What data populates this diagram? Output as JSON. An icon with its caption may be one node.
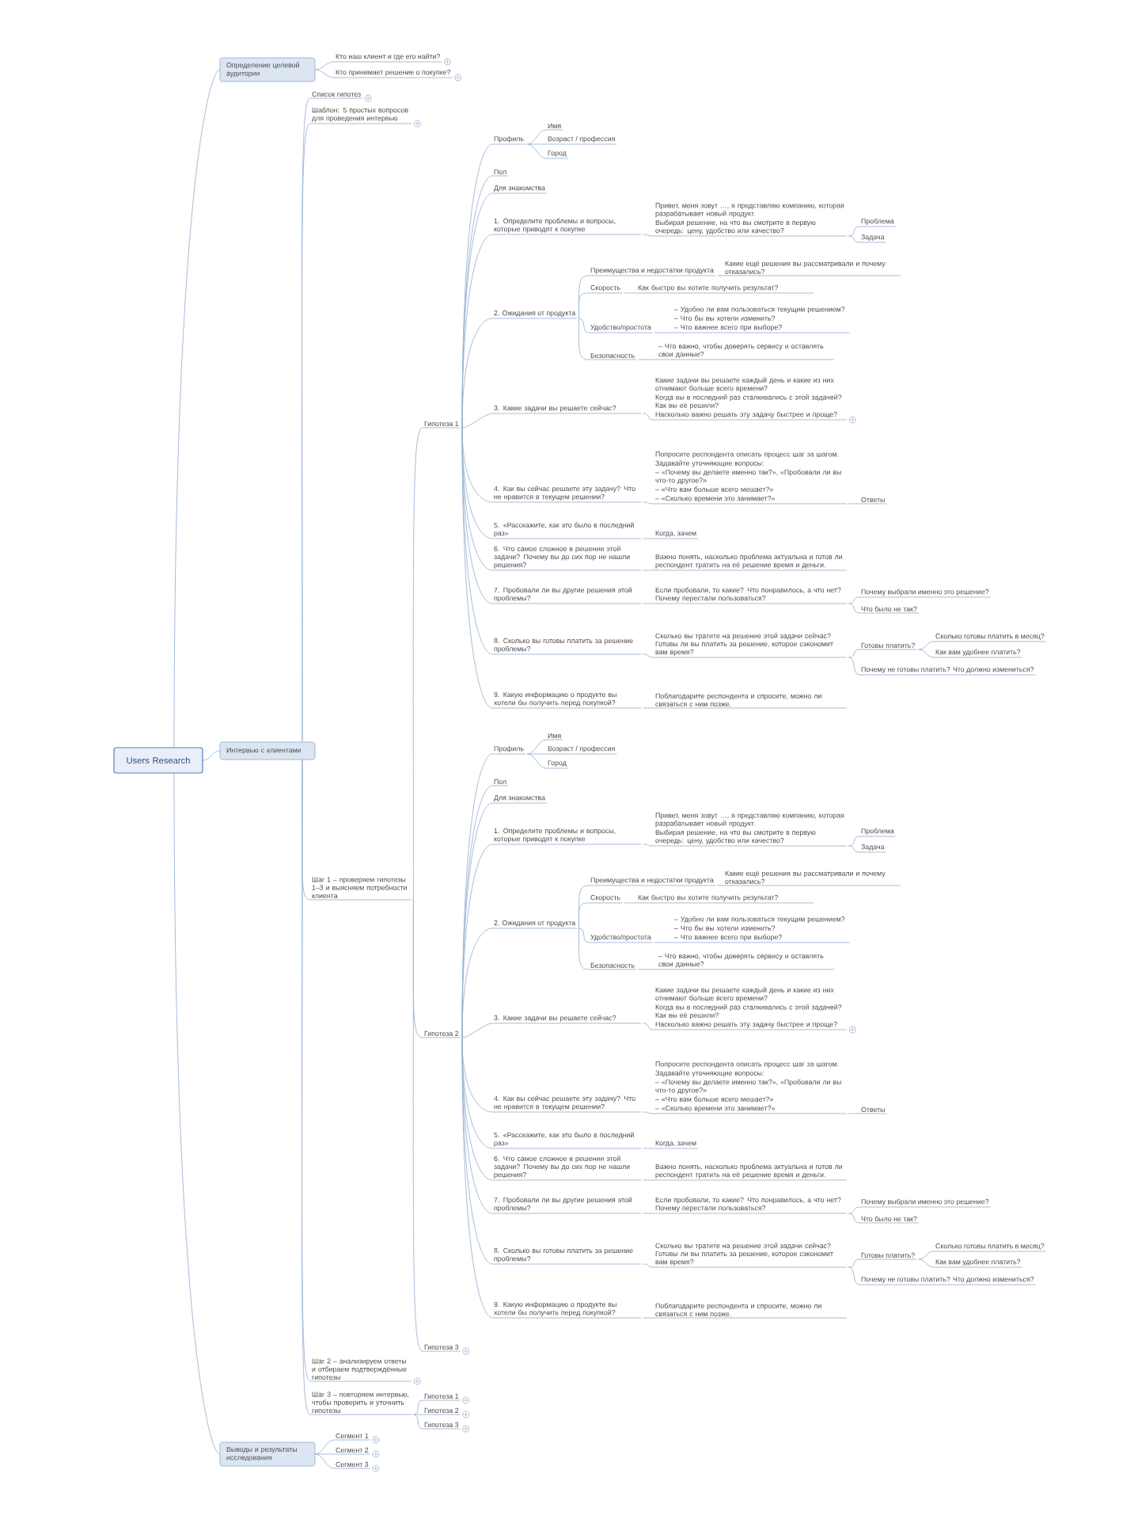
{
  "diagram": {
    "nodes": [
      {
        "text": [
          "Users Research"
        ]
      },
      {
        "text": [
          "Определение целевой аудитории"
        ]
      },
      {
        "text": [
          "Кто наш клиент и где его найти?"
        ]
      },
      {
        "text": [
          "Кто принимает решение о покупке?"
        ]
      },
      {
        "text": [
          "Интервью с клиентами"
        ]
      },
      {
        "text": [
          "Список гипотез"
        ]
      },
      {
        "text": [
          "Шаблон: 5 простых вопросов для проведения интервью"
        ]
      },
      {
        "text": [
          "Шаг 1 – проверяем гипотезы 1–3 и выясняем потребности клиента"
        ]
      },
      {
        "text": [
          "Гипотеза 1"
        ]
      },
      {
        "text": [
          "Профиль"
        ]
      },
      {
        "text": [
          "Имя"
        ]
      },
      {
        "text": [
          "Возраст / профессия"
        ]
      },
      {
        "text": [
          "Город"
        ]
      },
      {
        "text": [
          "Пол"
        ]
      },
      {
        "text": [
          "Для знакомства"
        ]
      },
      {
        "text": [
          "1. Определите проблемы и вопросы, которые приводят к покупке"
        ]
      },
      {
        "text": [
          "Привет, меня зовут …, я представляю компанию, которая разрабатывает новый продукт.",
          "Выбирая решение, на что вы смотрите в первую очередь: цену, удобство или качество?"
        ]
      },
      {
        "text": [
          "Проблема"
        ]
      },
      {
        "text": [
          "Задача"
        ]
      },
      {
        "text": [
          "2. Ожидания от продукта"
        ]
      },
      {
        "text": [
          "Преимущества и недостатки продукта"
        ]
      },
      {
        "text": [
          "Какие ещё решения вы рассматривали и почему отказались?"
        ]
      },
      {
        "text": [
          "Скорость"
        ]
      },
      {
        "text": [
          "Как быстро вы хотите получить результат?"
        ]
      },
      {
        "text": [
          "Удобство/простота"
        ]
      },
      {
        "text": [
          "– Удобно ли вам пользоваться текущим решением?",
          "– Что бы вы хотели изменить?",
          "– Что важнее всего при выборе?"
        ]
      },
      {
        "text": [
          "Безопасность"
        ]
      },
      {
        "text": [
          "– Что важно, чтобы доверять сервису и оставлять свои данные?"
        ]
      },
      {
        "text": [
          "3. Какие задачи вы решаете сейчас?"
        ]
      },
      {
        "text": [
          "Какие задачи вы решаете каждый день и какие из них отнимают больше всего времени?",
          "Когда вы в последний раз сталкивались с этой задачей? Как вы её решили?",
          "Насколько важно решать эту задачу быстрее и проще?"
        ]
      },
      {
        "text": [
          "4. Как вы сейчас решаете эту задачу? Что не нравится в текущем решении?"
        ]
      },
      {
        "text": [
          "Попросите респондента описать процесс шаг за шагом.",
          "Задавайте уточняющие вопросы:",
          "– «Почему вы делаете именно так?», «Пробовали ли вы что-то другое?»",
          "– «Что вам больше всего мешает?»",
          "– «Сколько времени это занимает?»"
        ]
      },
      {
        "text": [
          "Ответы"
        ]
      },
      {
        "text": [
          "5. «Расскажите, как это было в последний раз»"
        ]
      },
      {
        "text": [
          "Когда, зачем"
        ]
      },
      {
        "text": [
          "6. Что самое сложное в решении этой задачи? Почему вы до сих пор не нашли решения?"
        ]
      },
      {
        "text": [
          "Важно понять, насколько проблема актуальна и готов ли респондент тратить на её решение время и деньги."
        ]
      },
      {
        "text": [
          "7. Пробовали ли вы другие решения этой проблемы?"
        ]
      },
      {
        "text": [
          "Если пробовали, то какие? Что понравилось, а что нет? Почему перестали пользоваться?"
        ]
      },
      {
        "text": [
          "Почему выбрали именно это решение?"
        ]
      },
      {
        "text": [
          "Что было не так?"
        ]
      },
      {
        "text": [
          "8. Сколько вы готовы платить за решение проблемы?"
        ]
      },
      {
        "text": [
          "Сколько вы тратите на решение этой задачи сейчас? Готовы ли вы платить за решение, которое сэкономит вам время?"
        ]
      },
      {
        "text": [
          "Готовы платить?"
        ]
      },
      {
        "text": [
          "Сколько готовы платить в месяц?"
        ]
      },
      {
        "text": [
          "Как вам удобнее платить?"
        ]
      },
      {
        "text": [
          "Почему не готовы платить? Что должно измениться?"
        ]
      },
      {
        "text": [
          "9. Какую информацию о продукте вы хотели бы получить перед покупкой?"
        ]
      },
      {
        "text": [
          "Поблагодарите респондента и спросите, можно ли связаться с ним позже."
        ]
      },
      {
        "text": [
          "Гипотеза 2"
        ]
      },
      {
        "text": [
          "Профиль"
        ]
      },
      {
        "text": [
          "Имя"
        ]
      },
      {
        "text": [
          "Возраст / профессия"
        ]
      },
      {
        "text": [
          "Город"
        ]
      },
      {
        "text": [
          "Пол"
        ]
      },
      {
        "text": [
          "Для знакомства"
        ]
      },
      {
        "text": [
          "1. Определите проблемы и вопросы, которые приводят к покупке"
        ]
      },
      {
        "text": [
          "Привет, меня зовут …, я представляю компанию, которая разрабатывает новый продукт.",
          "Выбирая решение, на что вы смотрите в первую очередь: цену, удобство или качество?"
        ]
      },
      {
        "text": [
          "Проблема"
        ]
      },
      {
        "text": [
          "Задача"
        ]
      },
      {
        "text": [
          "2. Ожидания от продукта"
        ]
      },
      {
        "text": [
          "Преимущества и недостатки продукта"
        ]
      },
      {
        "text": [
          "Какие ещё решения вы рассматривали и почему отказались?"
        ]
      },
      {
        "text": [
          "Скорость"
        ]
      },
      {
        "text": [
          "Как быстро вы хотите получить результат?"
        ]
      },
      {
        "text": [
          "Удобство/простота"
        ]
      },
      {
        "text": [
          "– Удобно ли вам пользоваться текущим решением?",
          "– Что бы вы хотели изменить?",
          "– Что важнее всего при выборе?"
        ]
      },
      {
        "text": [
          "Безопасность"
        ]
      },
      {
        "text": [
          "– Что важно, чтобы доверять сервису и оставлять свои данные?"
        ]
      },
      {
        "text": [
          "3. Какие задачи вы решаете сейчас?"
        ]
      },
      {
        "text": [
          "Какие задачи вы решаете каждый день и какие из них отнимают больше всего времени?",
          "Когда вы в последний раз сталкивались с этой задачей? Как вы её решили?",
          "Насколько важно решать эту задачу быстрее и проще?"
        ]
      },
      {
        "text": [
          "4. Как вы сейчас решаете эту задачу? Что не нравится в текущем решении?"
        ]
      },
      {
        "text": [
          "Попросите респондента описать процесс шаг за шагом.",
          "Задавайте уточняющие вопросы:",
          "– «Почему вы делаете именно так?», «Пробовали ли вы что-то другое?»",
          "– «Что вам больше всего мешает?»",
          "– «Сколько времени это занимает?»"
        ]
      },
      {
        "text": [
          "Ответы"
        ]
      },
      {
        "text": [
          "5. «Расскажите, как это было в последний раз»"
        ]
      },
      {
        "text": [
          "Когда, зачем"
        ]
      },
      {
        "text": [
          "6. Что самое сложное в решении этой задачи? Почему вы до сих пор не нашли решения?"
        ]
      },
      {
        "text": [
          "Важно понять, насколько проблема актуальна и готов ли респондент тратить на её решение время и деньги."
        ]
      },
      {
        "text": [
          "7. Пробовали ли вы другие решения этой проблемы?"
        ]
      },
      {
        "text": [
          "Если пробовали, то какие? Что понравилось, а что нет? Почему перестали пользоваться?"
        ]
      },
      {
        "text": [
          "Почему выбрали именно это решение?"
        ]
      },
      {
        "text": [
          "Что было не так?"
        ]
      },
      {
        "text": [
          "8. Сколько вы готовы платить за решение проблемы?"
        ]
      },
      {
        "text": [
          "Сколько вы тратите на решение этой задачи сейчас? Готовы ли вы платить за решение, которое сэкономит вам время?"
        ]
      },
      {
        "text": [
          "Готовы платить?"
        ]
      },
      {
        "text": [
          "Сколько готовы платить в месяц?"
        ]
      },
      {
        "text": [
          "Как вам удобнее платить?"
        ]
      },
      {
        "text": [
          "Почему не готовы платить? Что должно измениться?"
        ]
      },
      {
        "text": [
          "9. Какую информацию о продукте вы хотели бы получить перед покупкой?"
        ]
      },
      {
        "text": [
          "Поблагодарите респондента и спросите, можно ли связаться с ним позже."
        ]
      },
      {
        "text": [
          "Гипотеза 3"
        ]
      },
      {
        "text": [
          "Шаг 2 – анализируем ответы и отбираем подтверждённые гипотезы"
        ]
      },
      {
        "text": [
          "Шаг 3 – повторяем интервью, чтобы проверить и уточнить гипотезы"
        ]
      },
      {
        "text": [
          "Гипотеза 1"
        ]
      },
      {
        "text": [
          "Гипотеза 2"
        ]
      },
      {
        "text": [
          "Гипотеза 3"
        ]
      },
      {
        "text": [
          "Выводы и результаты исследования"
        ]
      },
      {
        "text": [
          "Сегмент 1"
        ]
      },
      {
        "text": [
          "Сегмент 2"
        ]
      },
      {
        "text": [
          "Сегмент 3"
        ]
      }
    ],
    "edges": [
      {
        "from": 0,
        "to": 1,
        "arrow": "none"
      },
      {
        "from": 1,
        "to": 2,
        "arrow": "none"
      },
      {
        "from": 1,
        "to": 3,
        "arrow": "none"
      },
      {
        "from": 0,
        "to": 4,
        "arrow": "none"
      },
      {
        "from": 4,
        "to": 5,
        "arrow": "none"
      },
      {
        "from": 4,
        "to": 6,
        "arrow": "none"
      },
      {
        "from": 4,
        "to": 7,
        "arrow": "none"
      },
      {
        "from": 7,
        "to": 8,
        "arrow": "none"
      },
      {
        "from": 8,
        "to": 9,
        "arrow": "none"
      },
      {
        "from": 9,
        "to": 10,
        "arrow": "none"
      },
      {
        "from": 9,
        "to": 11,
        "arrow": "none"
      },
      {
        "from": 9,
        "to": 12,
        "arrow": "none"
      },
      {
        "from": 8,
        "to": 13,
        "arrow": "none"
      },
      {
        "from": 8,
        "to": 14,
        "arrow": "none"
      },
      {
        "from": 8,
        "to": 15,
        "arrow": "none"
      },
      {
        "from": 15,
        "to": 16,
        "arrow": "none"
      },
      {
        "from": 16,
        "to": 17,
        "arrow": "none"
      },
      {
        "from": 16,
        "to": 18,
        "arrow": "none"
      },
      {
        "from": 8,
        "to": 19,
        "arrow": "none"
      },
      {
        "from": 19,
        "to": 20,
        "arrow": "none"
      },
      {
        "from": 20,
        "to": 21,
        "arrow": "none"
      },
      {
        "from": 19,
        "to": 22,
        "arrow": "none"
      },
      {
        "from": 22,
        "to": 23,
        "arrow": "none"
      },
      {
        "from": 19,
        "to": 24,
        "arrow": "none"
      },
      {
        "from": 24,
        "to": 25,
        "arrow": "none"
      },
      {
        "from": 19,
        "to": 26,
        "arrow": "none"
      },
      {
        "from": 26,
        "to": 27,
        "arrow": "none"
      },
      {
        "from": 8,
        "to": 28,
        "arrow": "none"
      },
      {
        "from": 28,
        "to": 29,
        "arrow": "none"
      },
      {
        "from": 8,
        "to": 30,
        "arrow": "none"
      },
      {
        "from": 30,
        "to": 31,
        "arrow": "none"
      },
      {
        "from": 31,
        "to": 32,
        "arrow": "none"
      },
      {
        "from": 8,
        "to": 33,
        "arrow": "none"
      },
      {
        "from": 33,
        "to": 34,
        "arrow": "none"
      },
      {
        "from": 8,
        "to": 35,
        "arrow": "none"
      },
      {
        "from": 35,
        "to": 36,
        "arrow": "none"
      },
      {
        "from": 8,
        "to": 37,
        "arrow": "none"
      },
      {
        "from": 37,
        "to": 38,
        "arrow": "none"
      },
      {
        "from": 38,
        "to": 39,
        "arrow": "none"
      },
      {
        "from": 38,
        "to": 40,
        "arrow": "none"
      },
      {
        "from": 8,
        "to": 41,
        "arrow": "none"
      },
      {
        "from": 41,
        "to": 42,
        "arrow": "none"
      },
      {
        "from": 42,
        "to": 43,
        "arrow": "none"
      },
      {
        "from": 43,
        "to": 44,
        "arrow": "none"
      },
      {
        "from": 43,
        "to": 45,
        "arrow": "none"
      },
      {
        "from": 42,
        "to": 46,
        "arrow": "none"
      },
      {
        "from": 8,
        "to": 47,
        "arrow": "none"
      },
      {
        "from": 47,
        "to": 48,
        "arrow": "none"
      },
      {
        "from": 7,
        "to": 49,
        "arrow": "none"
      },
      {
        "from": 49,
        "to": 50,
        "arrow": "none"
      },
      {
        "from": 50,
        "to": 51,
        "arrow": "none"
      },
      {
        "from": 50,
        "to": 52,
        "arrow": "none"
      },
      {
        "from": 50,
        "to": 53,
        "arrow": "none"
      },
      {
        "from": 49,
        "to": 54,
        "arrow": "none"
      },
      {
        "from": 49,
        "to": 55,
        "arrow": "none"
      },
      {
        "from": 49,
        "to": 56,
        "arrow": "none"
      },
      {
        "from": 56,
        "to": 57,
        "arrow": "none"
      },
      {
        "from": 57,
        "to": 58,
        "arrow": "none"
      },
      {
        "from": 57,
        "to": 59,
        "arrow": "none"
      },
      {
        "from": 49,
        "to": 60,
        "arrow": "none"
      },
      {
        "from": 60,
        "to": 61,
        "arrow": "none"
      },
      {
        "from": 61,
        "to": 62,
        "arrow": "none"
      },
      {
        "from": 60,
        "to": 63,
        "arrow": "none"
      },
      {
        "from": 63,
        "to": 64,
        "arrow": "none"
      },
      {
        "from": 60,
        "to": 65,
        "arrow": "none"
      },
      {
        "from": 65,
        "to": 66,
        "arrow": "none"
      },
      {
        "from": 60,
        "to": 67,
        "arrow": "none"
      },
      {
        "from": 67,
        "to": 68,
        "arrow": "none"
      },
      {
        "from": 49,
        "to": 69,
        "arrow": "none"
      },
      {
        "from": 69,
        "to": 70,
        "arrow": "none"
      },
      {
        "from": 49,
        "to": 71,
        "arrow": "none"
      },
      {
        "from": 71,
        "to": 72,
        "arrow": "none"
      },
      {
        "from": 72,
        "to": 73,
        "arrow": "none"
      },
      {
        "from": 49,
        "to": 74,
        "arrow": "none"
      },
      {
        "from": 74,
        "to": 75,
        "arrow": "none"
      },
      {
        "from": 49,
        "to": 76,
        "arrow": "none"
      },
      {
        "from": 76,
        "to": 77,
        "arrow": "none"
      },
      {
        "from": 49,
        "to": 78,
        "arrow": "none"
      },
      {
        "from": 78,
        "to": 79,
        "arrow": "none"
      },
      {
        "from": 79,
        "to": 80,
        "arrow": "none"
      },
      {
        "from": 79,
        "to": 81,
        "arrow": "none"
      },
      {
        "from": 49,
        "to": 82,
        "arrow": "none"
      },
      {
        "from": 82,
        "to": 83,
        "arrow": "none"
      },
      {
        "from": 83,
        "to": 84,
        "arrow": "none"
      },
      {
        "from": 84,
        "to": 85,
        "arrow": "none"
      },
      {
        "from": 84,
        "to": 86,
        "arrow": "none"
      },
      {
        "from": 83,
        "to": 87,
        "arrow": "none"
      },
      {
        "from": 49,
        "to": 88,
        "arrow": "none"
      },
      {
        "from": 88,
        "to": 89,
        "arrow": "none"
      },
      {
        "from": 7,
        "to": 90,
        "arrow": "none"
      },
      {
        "from": 4,
        "to": 91,
        "arrow": "none"
      },
      {
        "from": 4,
        "to": 92,
        "arrow": "none"
      },
      {
        "from": 92,
        "to": 93,
        "arrow": "none"
      },
      {
        "from": 92,
        "to": 94,
        "arrow": "none"
      },
      {
        "from": 92,
        "to": 95,
        "arrow": "none"
      },
      {
        "from": 0,
        "to": 96,
        "arrow": "none"
      },
      {
        "from": 96,
        "to": 97,
        "arrow": "none"
      },
      {
        "from": 96,
        "to": 98,
        "arrow": "none"
      },
      {
        "from": 96,
        "to": 99,
        "arrow": "none"
      }
    ]
  }
}
